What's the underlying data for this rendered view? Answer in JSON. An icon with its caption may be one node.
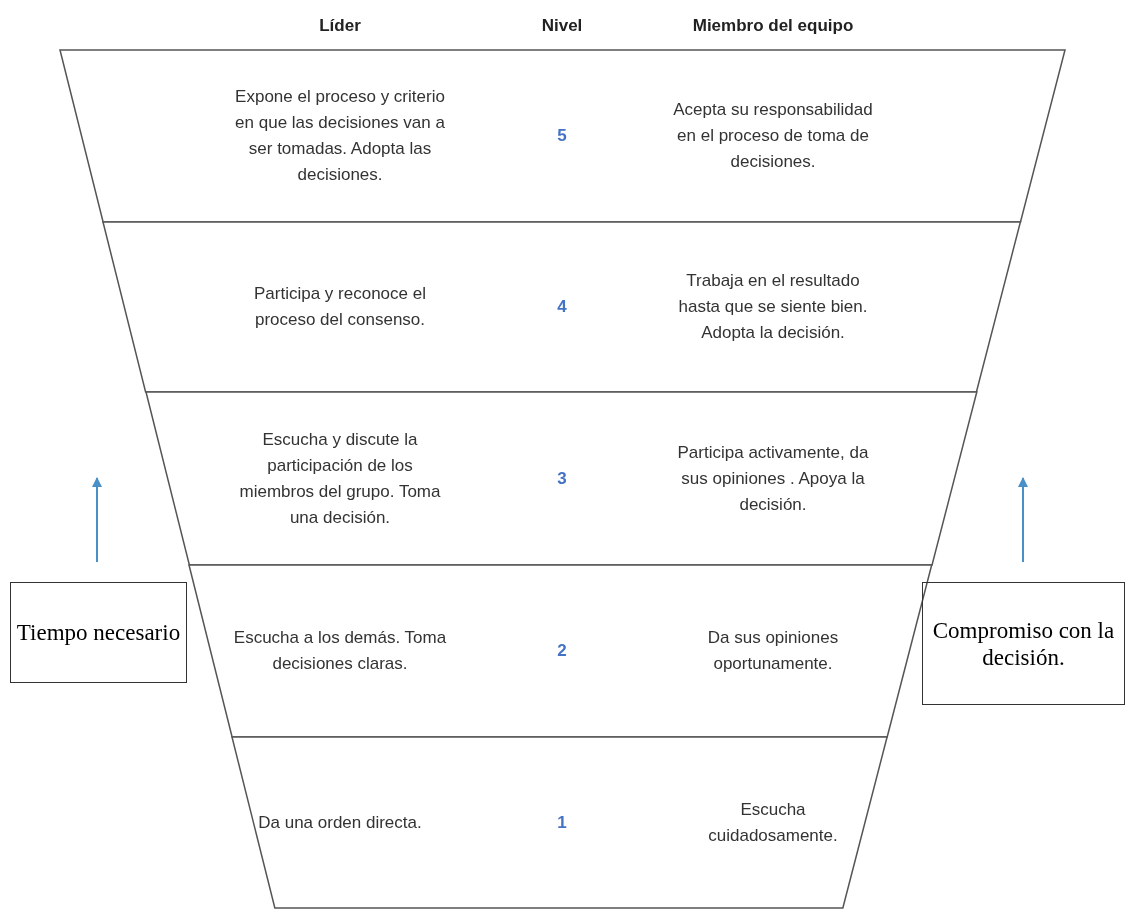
{
  "diagram": {
    "nodes": [
      {
        "text": [
          "Expone el proceso y criterio en que las decisiones van a ser tomadas. Adopta las decisiones.",
          "5",
          "Acepta su responsabilidad en el proceso de toma de decisiones."
        ]
      },
      {
        "text": [
          "Participa y reconoce el proceso del consenso.",
          "4",
          "Trabaja en el resultado hasta que se siente bien. Adopta la decisión."
        ]
      },
      {
        "text": [
          "Escucha y discute la participación de los miembros del grupo. Toma una decisión.",
          "3",
          "Participa activamente, da sus opiniones . Apoya la decisión."
        ]
      },
      {
        "text": [
          "Escucha a los demás. Toma decisiones claras.",
          "2",
          "Da sus opiniones oportunamente."
        ]
      },
      {
        "text": [
          "Da una orden directa.",
          "1",
          "Escucha cuidadosamente."
        ]
      },
      {
        "text": [
          "Tiempo necesario"
        ]
      },
      {
        "text": [
          "Compromiso con la decisión."
        ]
      }
    ],
    "labels": [
      "Líder",
      "Nivel",
      "Miembro del equipo"
    ]
  }
}
